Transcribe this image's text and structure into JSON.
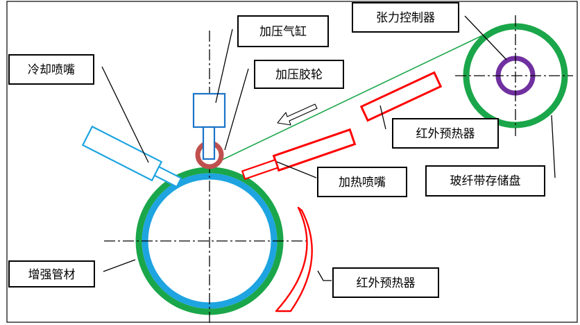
{
  "labels": {
    "tension_controller": "张力控制器",
    "press_cylinder": "加压气缸",
    "cooling_nozzle": "冷却喷嘴",
    "press_roller": "加压胶轮",
    "ir_preheater_top": "红外预热器",
    "heating_nozzle": "加热喷嘴",
    "fiber_tape_reel": "玻纤带存储盘",
    "reinforced_pipe": "增强管材",
    "ir_preheater_bottom": "红外预热器"
  },
  "colors": {
    "reel_ring": "#1aa64a",
    "controller_ring": "#7030a0",
    "pipe_outer": "#1aa64a",
    "pipe_inner": "#1ea4e0",
    "heater": "#ff0000",
    "cooling": "#1ea4e0",
    "cylinder": "#1a73c8",
    "roller": "#c0504d",
    "tape": "#1aa64a"
  }
}
